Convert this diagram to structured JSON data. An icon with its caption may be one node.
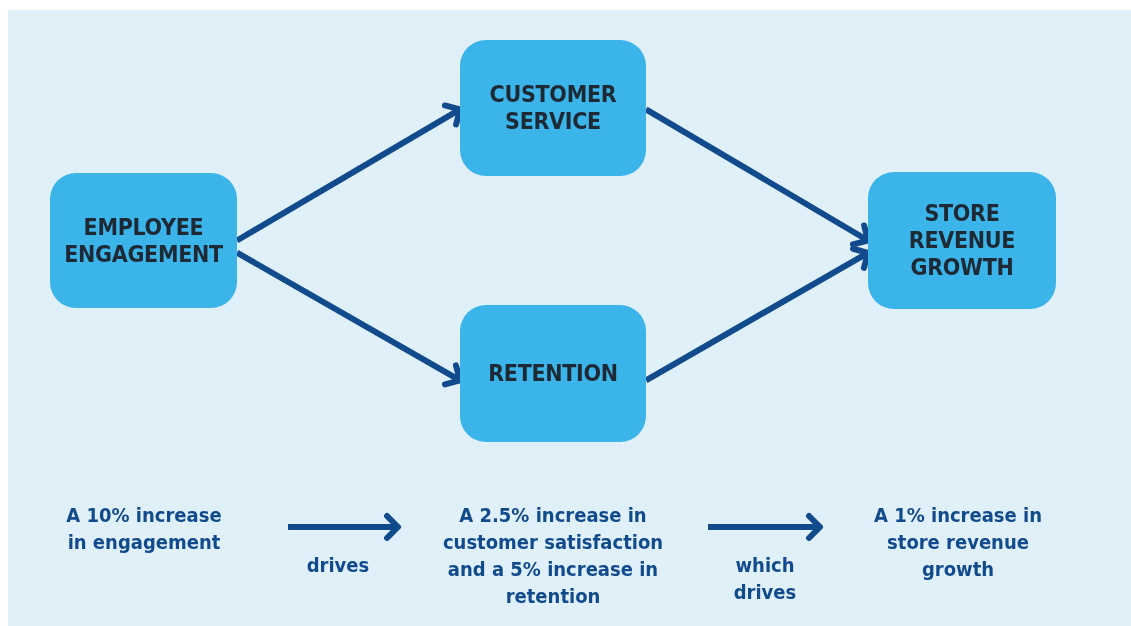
{
  "diagram": {
    "nodes": [
      {
        "text": [
          "EMPLOYEE ENGAGEMENT"
        ]
      },
      {
        "text": [
          "CUSTOMER SERVICE"
        ]
      },
      {
        "text": [
          "RETENTION"
        ]
      },
      {
        "text": [
          "STORE REVENUE GROWTH"
        ]
      },
      {
        "text": [
          "A 10% increase in engagement"
        ]
      },
      {
        "text": [
          "A 2.5% increase in customer satisfaction and a 5% increase in retention"
        ]
      },
      {
        "text": [
          "A 1% increase in store revenue growth"
        ]
      }
    ],
    "edges": [
      {
        "from": 0,
        "to": 1,
        "arrow": "to"
      },
      {
        "from": 0,
        "to": 2,
        "arrow": "to"
      },
      {
        "from": 1,
        "to": 3,
        "arrow": "to"
      },
      {
        "from": 2,
        "to": 3,
        "arrow": "to"
      },
      {
        "from": 4,
        "to": 5,
        "arrow": "to",
        "label": "drives"
      },
      {
        "from": 5,
        "to": 6,
        "arrow": "to",
        "label": "which drives"
      }
    ]
  }
}
